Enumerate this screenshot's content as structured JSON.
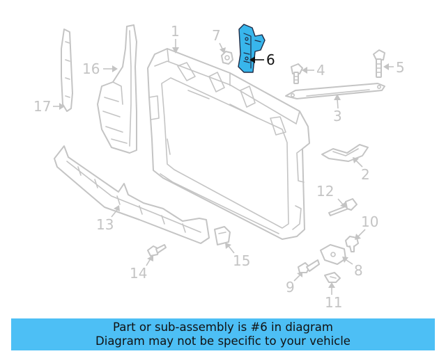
{
  "diagram": {
    "highlight_color": "#38b6ec",
    "callouts": [
      {
        "id": "1",
        "label": "1"
      },
      {
        "id": "2",
        "label": "2"
      },
      {
        "id": "3",
        "label": "3"
      },
      {
        "id": "4",
        "label": "4"
      },
      {
        "id": "5",
        "label": "5"
      },
      {
        "id": "6",
        "label": "6",
        "highlighted": true
      },
      {
        "id": "7",
        "label": "7"
      },
      {
        "id": "8",
        "label": "8"
      },
      {
        "id": "9",
        "label": "9"
      },
      {
        "id": "10",
        "label": "10"
      },
      {
        "id": "11",
        "label": "11"
      },
      {
        "id": "12",
        "label": "12"
      },
      {
        "id": "13",
        "label": "13"
      },
      {
        "id": "14",
        "label": "14"
      },
      {
        "id": "15",
        "label": "15"
      },
      {
        "id": "16",
        "label": "16"
      },
      {
        "id": "17",
        "label": "17"
      }
    ]
  },
  "banner": {
    "background": "#4dbff5",
    "line1": "Part or sub-assembly is #6 in diagram",
    "line2": "Diagram may not be specific to your vehicle"
  }
}
